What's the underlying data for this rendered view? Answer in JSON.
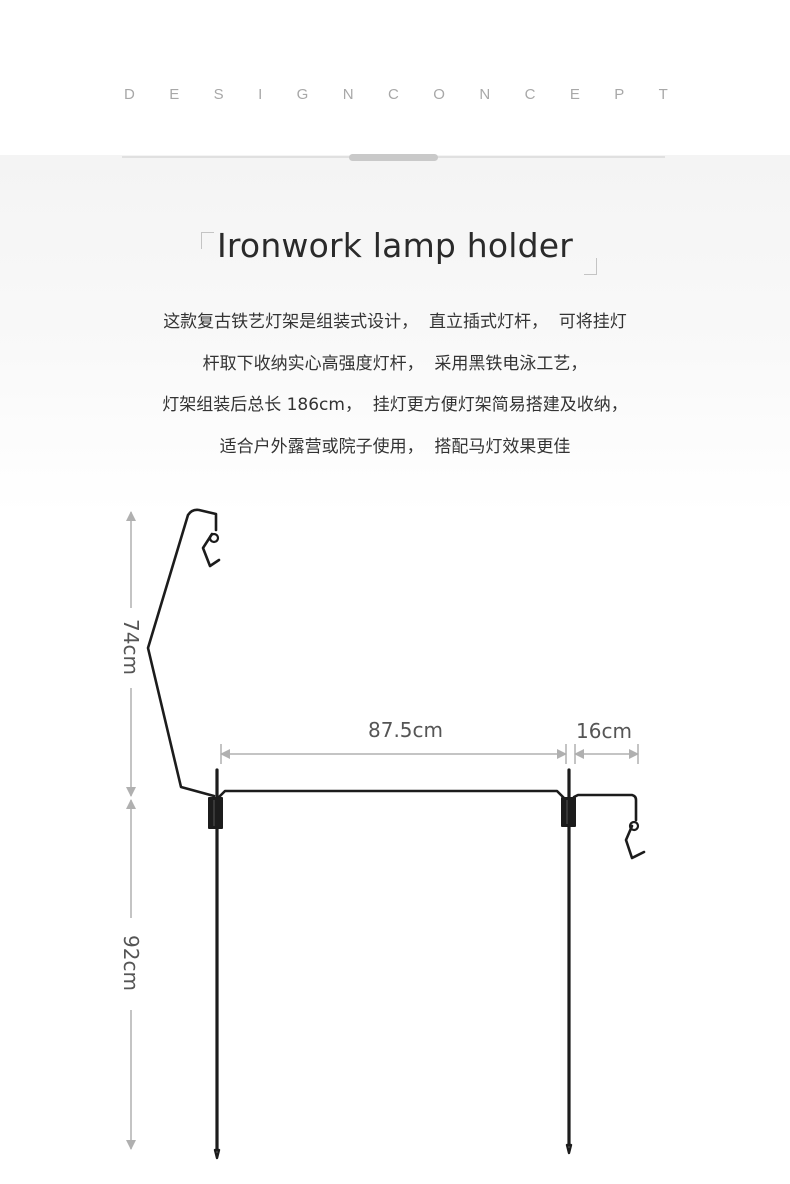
{
  "header": {
    "concept_letters": [
      "D",
      "E",
      "S",
      "I",
      "G",
      "N",
      "C",
      "O",
      "N",
      "C",
      "E",
      "P",
      "T"
    ]
  },
  "title": "Ironwork lamp holder",
  "description": [
    "这款复古铁艺灯架是组装式设计，  直立插式灯杆，  可将挂灯",
    "杆取下收纳实心高强度灯杆，  采用黑铁电泳工艺，",
    "灯架组装后总长 186cm，  挂灯更方便灯架简易搭建及收纳，",
    "适合户外露营或院子使用，  搭配马灯效果更佳"
  ],
  "dimensions": {
    "upper_height": "74cm",
    "lower_height": "92cm",
    "width": "87.5cm",
    "hook_length": "16cm"
  },
  "colors": {
    "iron": "#1c1c1c",
    "dimension_line": "#b0b0b0",
    "text": "#333333"
  }
}
